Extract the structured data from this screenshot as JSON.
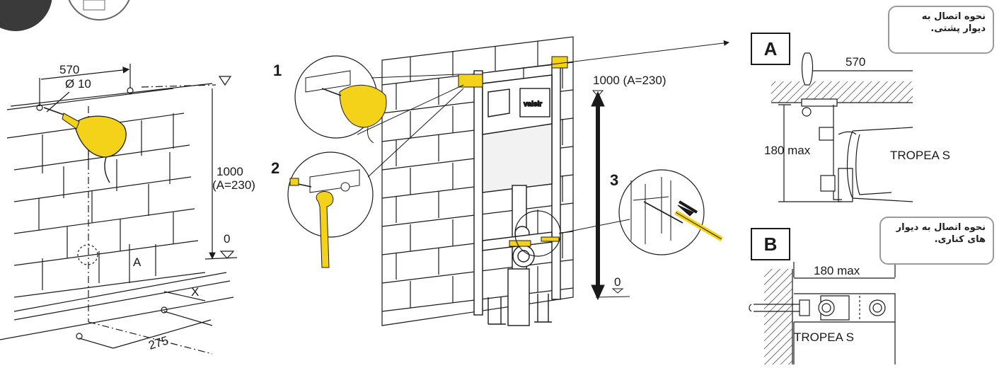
{
  "left_panel": {
    "dim_570": "570",
    "dim_hole": "Ø 10",
    "dim_height_1": "1000",
    "dim_height_2": "(A=230)",
    "dim_zero": "0",
    "dim_a": "A",
    "dim_x": "X",
    "dim_275": "275"
  },
  "middle_panel": {
    "step_1": "1",
    "step_2": "2",
    "step_3": "3",
    "dim_height": "1000 (A=230)",
    "dim_zero": "0",
    "brand": "valsir"
  },
  "detail_a": {
    "label": "A",
    "dim_570": "570",
    "dim_180": "180 max",
    "product": "TROPEA S",
    "note": "نحوه اتصال به دیوار پشتی."
  },
  "detail_b": {
    "label": "B",
    "dim_180": "180 max",
    "product": "TROPEA S",
    "note": "نحوه اتصال به دیوار های کناری."
  },
  "colors": {
    "drill": "#f4d21a",
    "line": "#1a1a1a",
    "note_border": "#9a9a9a",
    "corner_circle": "#3a3a3a"
  }
}
